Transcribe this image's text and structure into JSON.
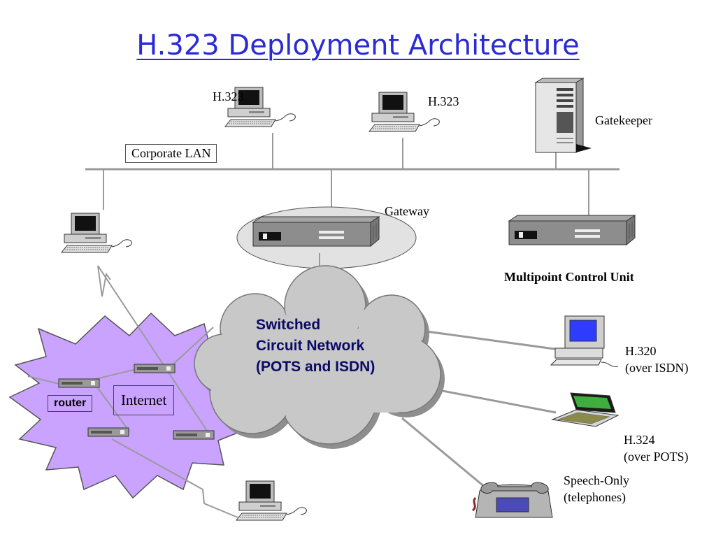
{
  "title": "H.323 Deployment Architecture",
  "colors": {
    "title": "#2b2bd6",
    "cloud_text": "#0a0a66",
    "internet_fill": "#c9a3ff",
    "cloud_fill": "#c8c8c8",
    "device_gray": "#8a8a8a"
  },
  "labels": {
    "h323_left": "H.323",
    "h323_right": "H.323",
    "gatekeeper": "Gatekeeper",
    "corporate_lan": "Corporate LAN",
    "gateway": "Gateway",
    "mcu": "Multipoint Control Unit",
    "cloud_line1": "Switched",
    "cloud_line2": "Circuit Network",
    "cloud_line3": "(POTS and ISDN)",
    "h320_line1": "H.320",
    "h320_line2": "(over ISDN)",
    "h324_line1": "H.324",
    "h324_line2": "(over POTS)",
    "speech_line1": "Speech-Only",
    "speech_line2": "(telephones)",
    "router": "router",
    "internet": "Internet"
  }
}
